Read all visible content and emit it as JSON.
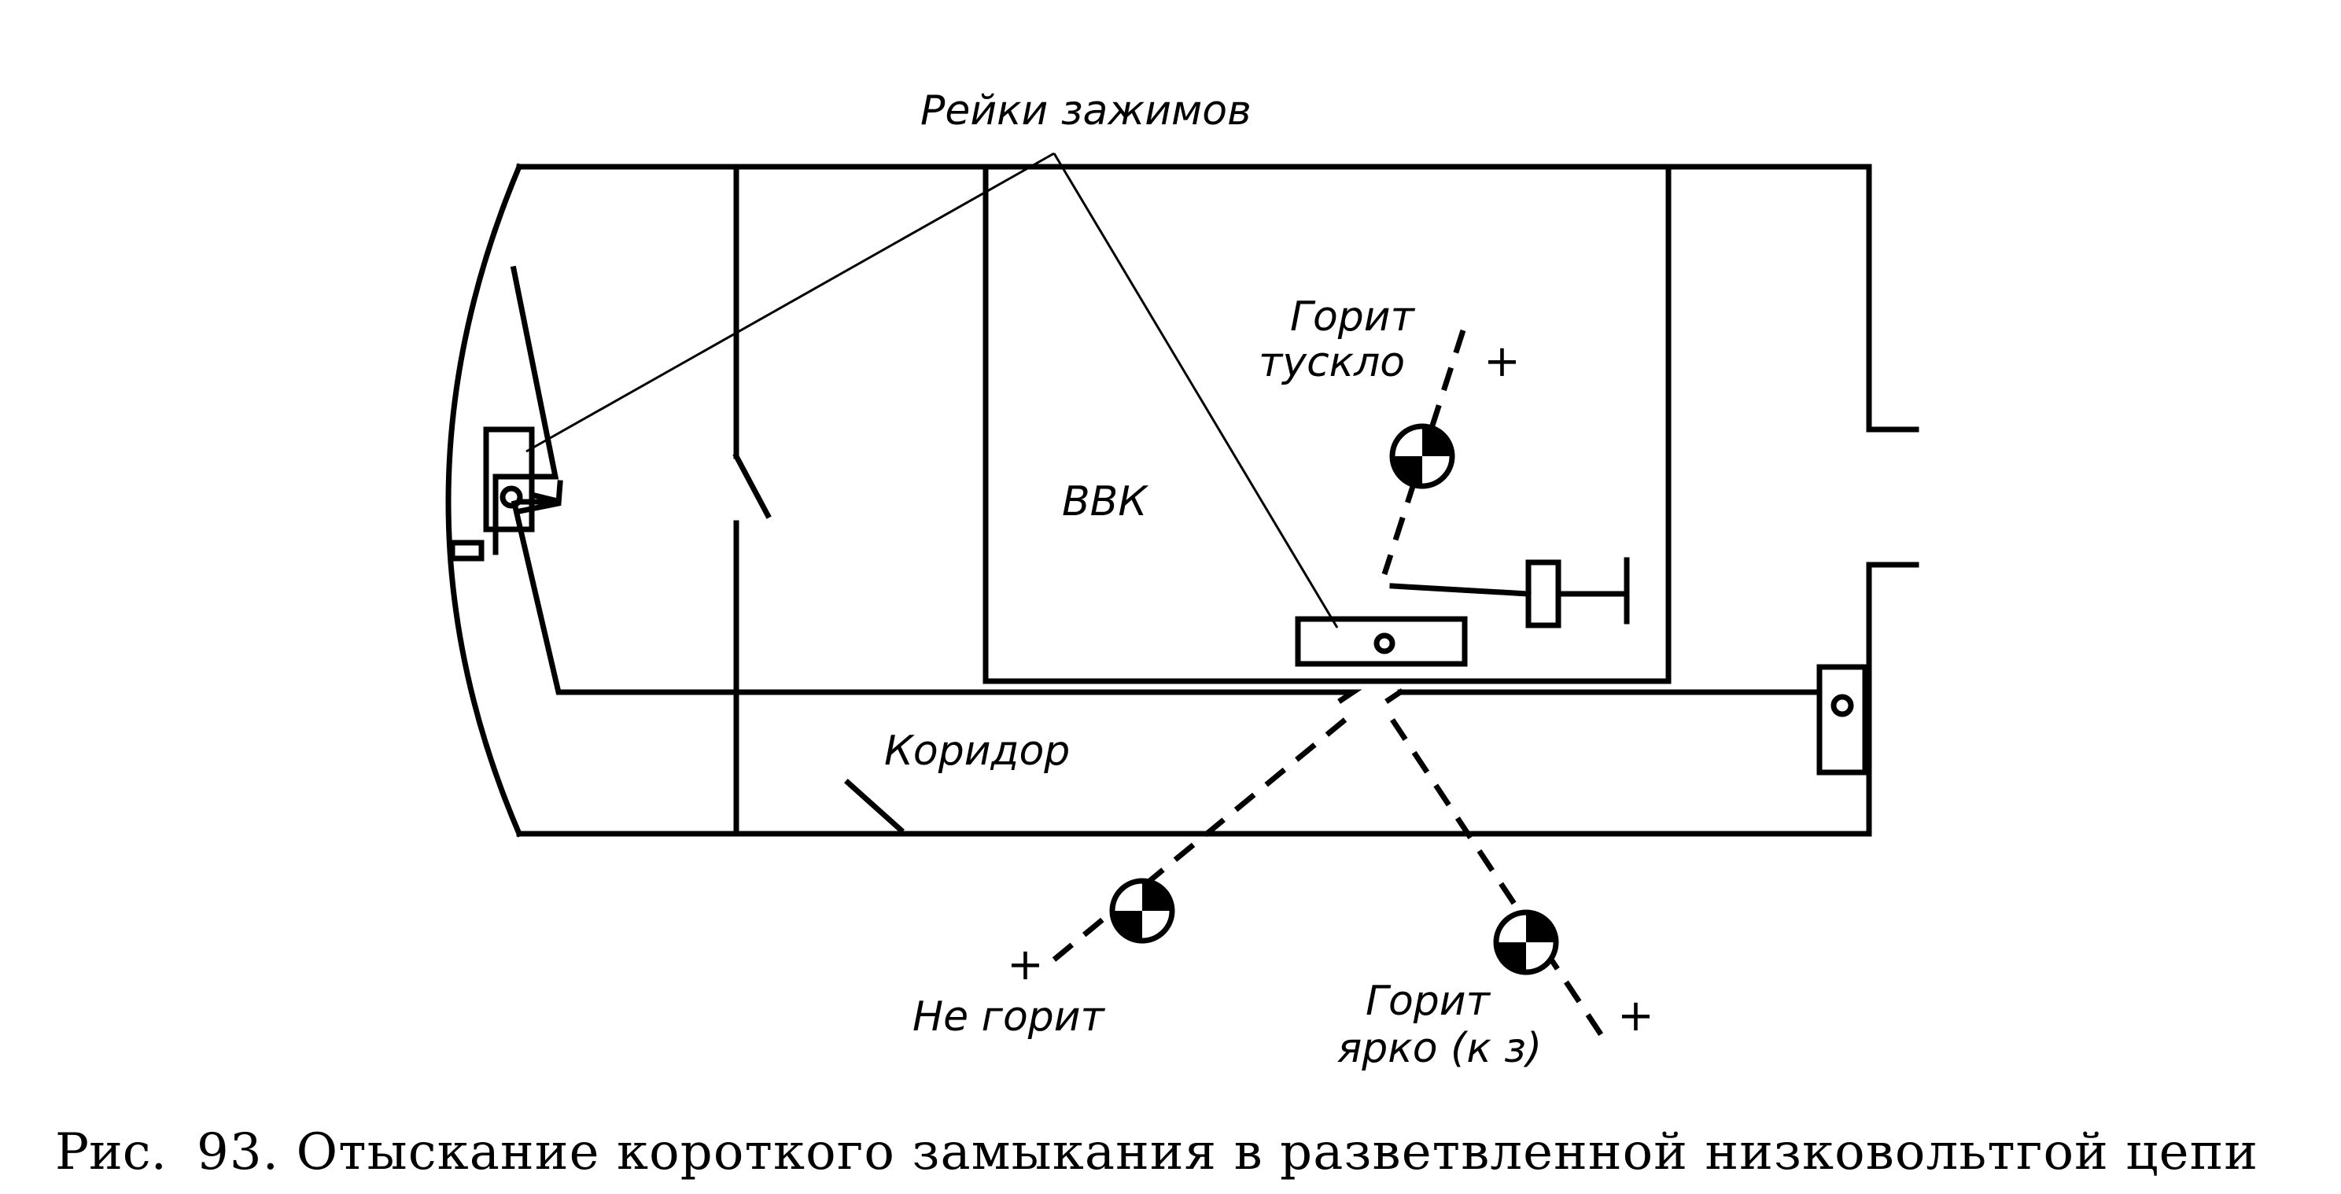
{
  "labels": {
    "rails": "Рейки зажимов",
    "dim": [
      "Горит",
      "тускло"
    ],
    "vvk": "ВВК",
    "corridor": "Коридор",
    "not_lit": "Не горит",
    "bright": [
      "Горит",
      "ярко (к з)"
    ],
    "plus": "+"
  },
  "caption": {
    "prefix": "Рис.",
    "text": "93. Отыскание короткого замыкания в разветвленной низковольтгой цепи"
  }
}
